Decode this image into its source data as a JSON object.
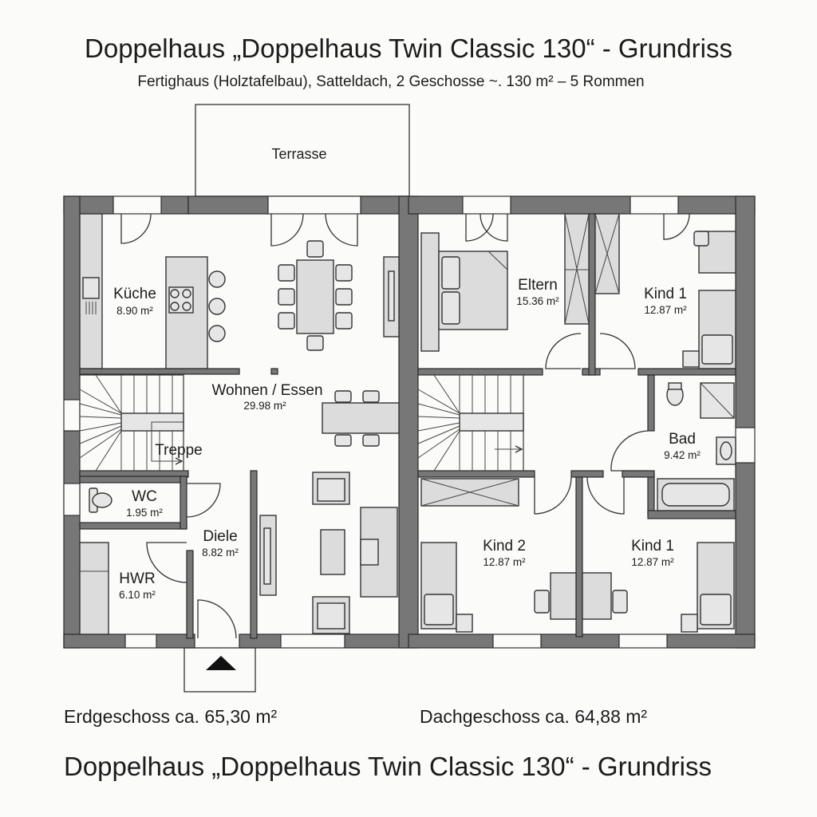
{
  "header": {
    "title": "Doppelhaus „Doppelhaus Twin Classic 130“  - Grundriss",
    "subtitle": "Fertighaus (Holztafelbau), Satteldach, 2 Geschosse ~. 130 m² – 5 Rommen"
  },
  "terrace": {
    "label": "Terrasse"
  },
  "ground_floor": {
    "label": "Erdgeschoss ca. 65,30 m²",
    "rooms": {
      "kueche": {
        "name": "Küche",
        "area": "8.90 m²"
      },
      "wohnen": {
        "name": "Wohnen / Essen",
        "area": "29.98 m²"
      },
      "treppe": {
        "name": "Treppe"
      },
      "wc": {
        "name": "WC",
        "area": "1.95 m²"
      },
      "diele": {
        "name": "Diele",
        "area": "8.82 m²"
      },
      "hwr": {
        "name": "HWR",
        "area": "6.10 m²"
      }
    }
  },
  "upper_floor": {
    "label": "Dachgeschoss ca. 64,88 m²",
    "rooms": {
      "eltern": {
        "name": "Eltern",
        "area": "15.36 m²"
      },
      "kind1_top": {
        "name": "Kind 1",
        "area": "12.87 m²"
      },
      "bad": {
        "name": "Bad",
        "area": "9.42 m²"
      },
      "kind2": {
        "name": "Kind 2",
        "area": "12.87 m²"
      },
      "kind1_bottom": {
        "name": "Kind 1",
        "area": "12.87 m²"
      }
    }
  },
  "footer": {
    "title": "Doppelhaus „Doppelhaus Twin Classic 130“ - Grundriss"
  },
  "icons": {
    "entrance": "entrance-arrow-icon"
  }
}
